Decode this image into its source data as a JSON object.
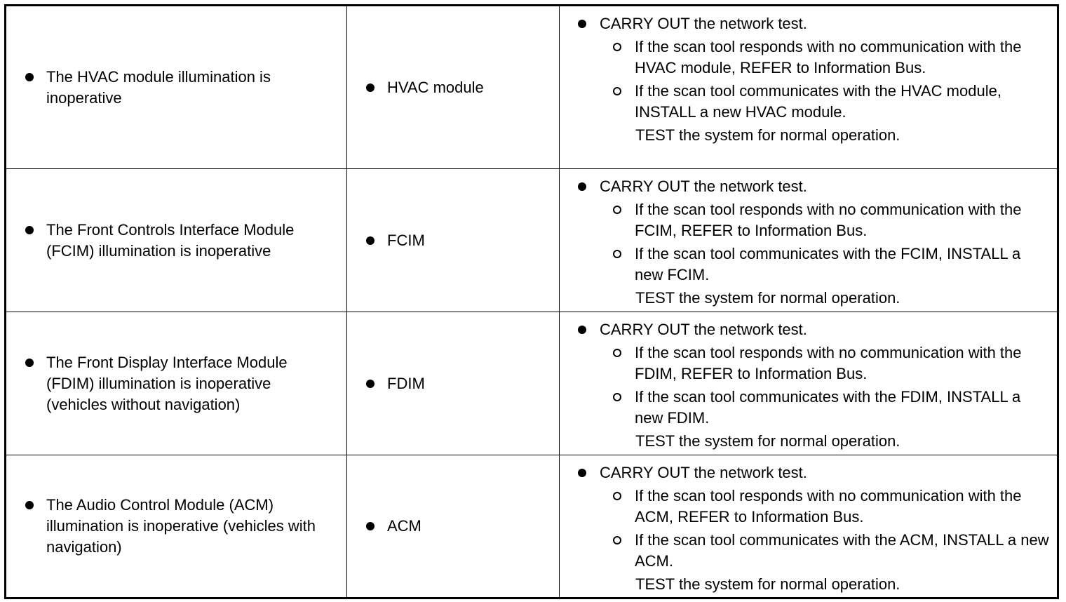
{
  "rows": [
    {
      "condition": "The HVAC module illumination is inoperative",
      "source": "HVAC module",
      "action": {
        "step": "CARRY OUT the network test.",
        "sub1": "If the scan tool responds with no communication with the HVAC module, REFER to Information Bus.",
        "sub2": "If the scan tool communicates with the HVAC module, INSTALL a new HVAC module.",
        "after": "TEST the system for normal operation."
      }
    },
    {
      "condition": "The Front Controls Interface Module (FCIM) illumination is inoperative",
      "source": "FCIM",
      "action": {
        "step": "CARRY OUT the network test.",
        "sub1": "If the scan tool responds with no communication with the FCIM, REFER to Information Bus.",
        "sub2": "If the scan tool communicates with the FCIM, INSTALL a new FCIM.",
        "after": "TEST the system for normal operation."
      }
    },
    {
      "condition": "The Front Display Interface Module (FDIM) illumination is inoperative (vehicles without navigation)",
      "source": "FDIM",
      "action": {
        "step": "CARRY OUT the network test.",
        "sub1": "If the scan tool responds with no communication with the FDIM, REFER to Information Bus.",
        "sub2": "If the scan tool communicates with the FDIM, INSTALL a new FDIM.",
        "after": "TEST the system for normal operation."
      }
    },
    {
      "condition": "The Audio Control Module (ACM) illumination is inoperative (vehicles with navigation)",
      "source": "ACM",
      "action": {
        "step": "CARRY OUT the network test.",
        "sub1": "If the scan tool responds with no communication with the ACM, REFER to Information Bus.",
        "sub2": "If the scan tool communicates with the ACM, INSTALL a new ACM.",
        "after": "TEST the system for normal operation."
      }
    }
  ]
}
